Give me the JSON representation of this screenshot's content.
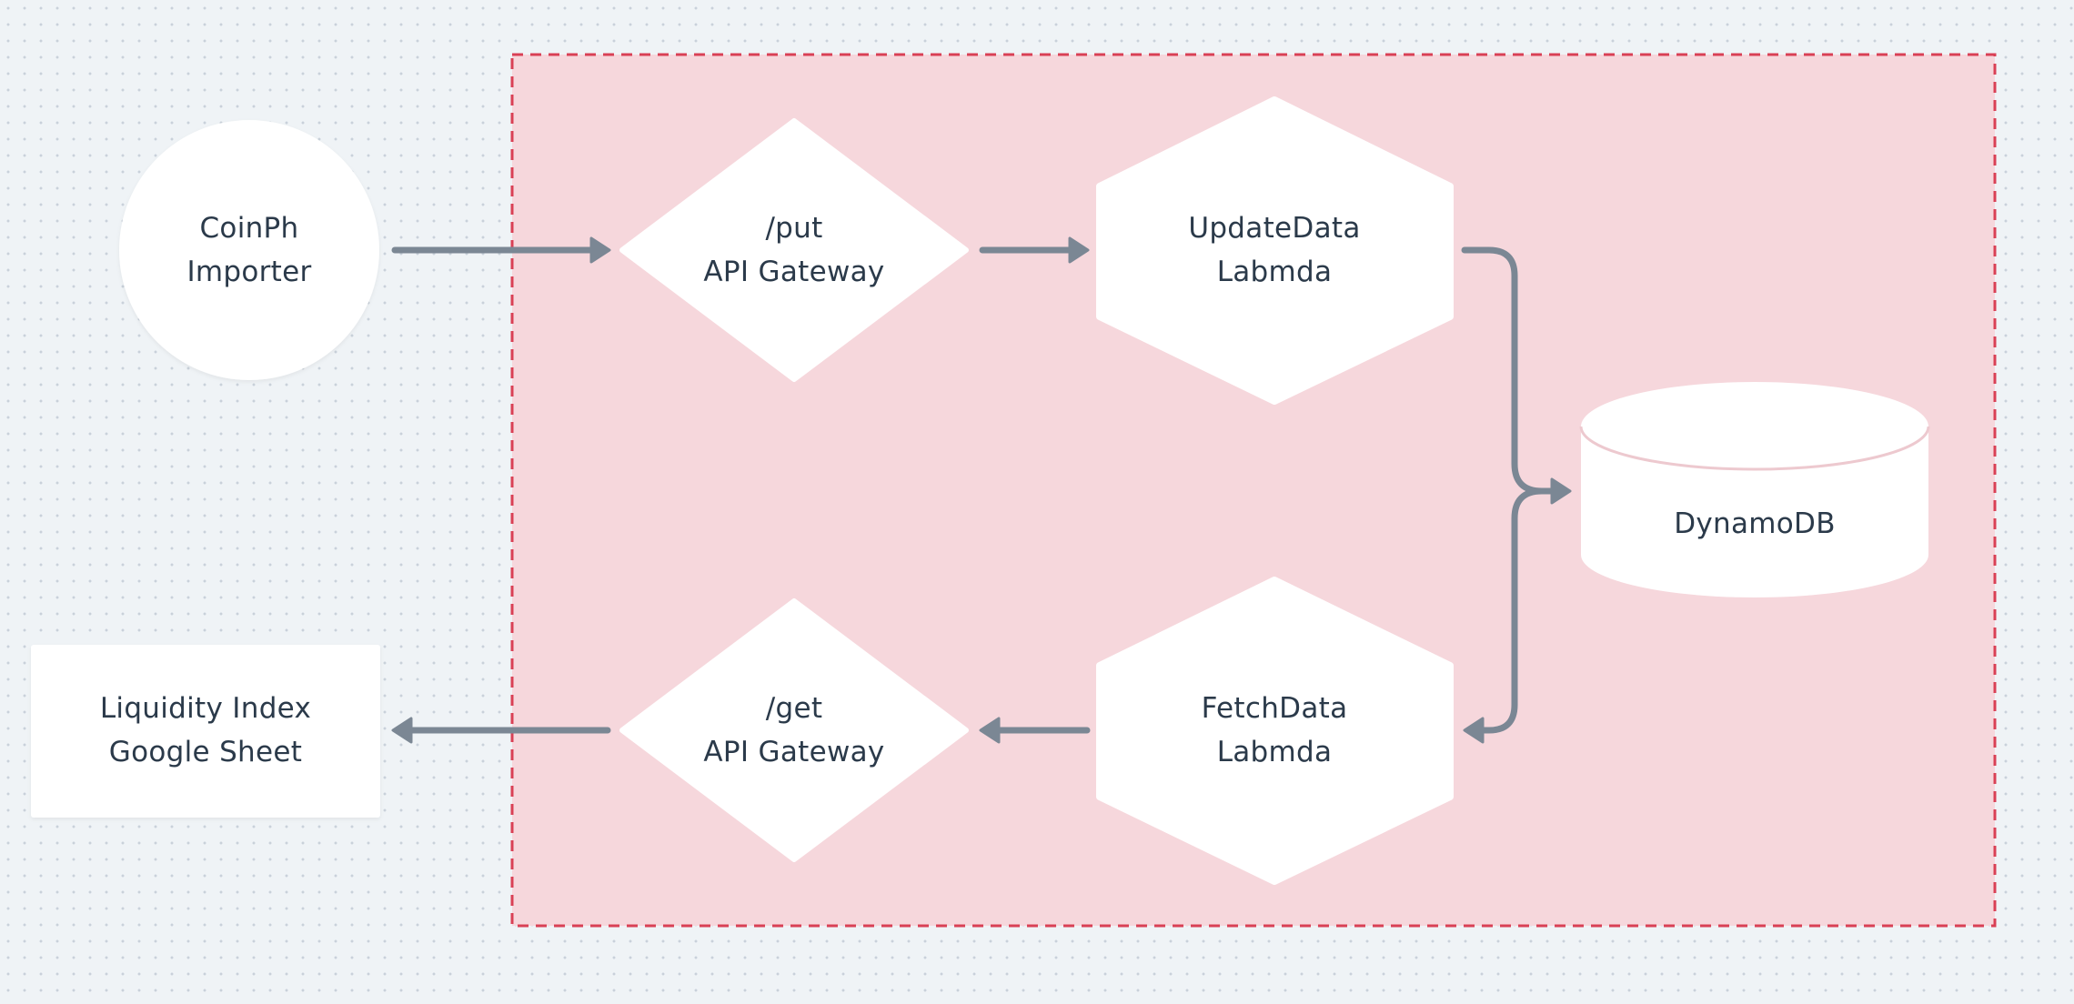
{
  "nodes": {
    "coinph_importer": {
      "line1": "CoinPh",
      "line2": "Importer"
    },
    "put_gateway": {
      "line1": "/put",
      "line2": "API Gateway"
    },
    "update_lambda": {
      "line1": "UpdateData",
      "line2": "Labmda"
    },
    "dynamodb": {
      "line1": "DynamoDB"
    },
    "fetch_lambda": {
      "line1": "FetchData",
      "line2": "Labmda"
    },
    "get_gateway": {
      "line1": "/get",
      "line2": "API Gateway"
    },
    "liquidity_sheet": {
      "line1": "Liquidity Index",
      "line2": "Google Sheet"
    }
  },
  "colors": {
    "background": "#eff3f6",
    "group_fill": "#f6d7dc",
    "group_border": "#d94055",
    "node_fill": "#ffffff",
    "connector": "#7b8794",
    "text": "#2b3a4a"
  }
}
